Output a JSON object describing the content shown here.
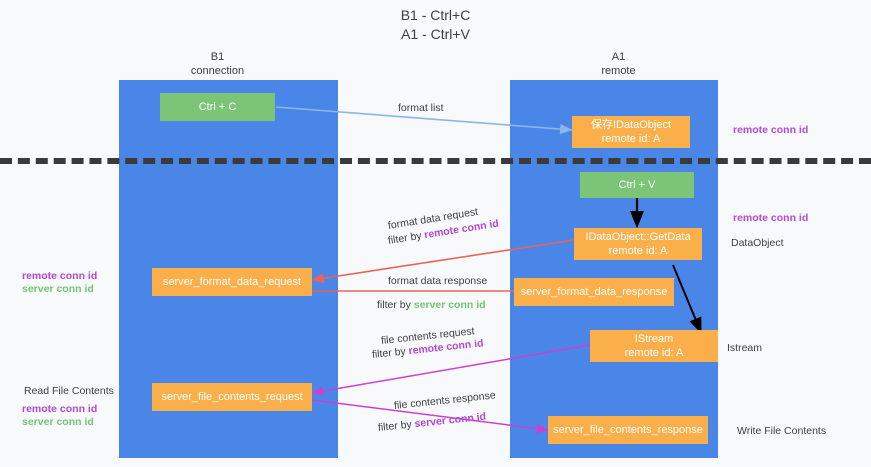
{
  "title": "B1 - Ctrl+C\nA1 - Ctrl+V",
  "columns": [
    {
      "name": "b1",
      "header": "B1\nconnection"
    },
    {
      "name": "a1",
      "header": "A1\nremote"
    }
  ],
  "nodes": {
    "ctrl_c": "Ctrl + C",
    "save_idataobject": "保存IDataObject\nremote id: A",
    "ctrl_v": "Ctrl + V",
    "getdata": "IDataObject::GetData\nremote id: A",
    "server_format_data_request": "server_format_data_request",
    "server_format_data_response": "server_format_data_response",
    "istream": "IStream\nremote id: A",
    "server_file_contents_request": "server_file_contents_request",
    "server_file_contents_response": "server_file_contents_response"
  },
  "edge_labels": {
    "format_list": "format list",
    "format_data_request": "format data request",
    "format_data_request_filter_prefix": "filter by ",
    "format_data_request_filter_key": "remote conn id",
    "format_data_response": "format data response",
    "format_data_response_filter_prefix": "filter by ",
    "format_data_response_filter_key": "server conn id",
    "file_contents_request": "file contents request",
    "file_contents_request_filter_prefix": "filter by ",
    "file_contents_request_filter_key": "remote conn id",
    "file_contents_response": "file contents response",
    "file_contents_response_filter_prefix": "filter by ",
    "file_contents_response_filter_key": "server conn id"
  },
  "side_labels": {
    "left_mid_remote": "remote conn id",
    "left_mid_server": "server conn id",
    "left_low_read": "Read File Contents",
    "left_low_remote": "remote conn id",
    "left_low_server": "server conn id",
    "right_top_remote": "remote conn id",
    "right_mid_remote": "remote conn id",
    "right_dataobject": "DataObject",
    "right_istream": "Istream",
    "right_write": "Write File Contents"
  },
  "colors": {
    "column_blue": "#4a86e8",
    "node_green": "#7cc576",
    "node_orange": "#fbaf4b",
    "remote_conn_id": "#b14ad1",
    "server_conn_id": "#74c476",
    "arrow_light_blue": "#8ab6e8",
    "arrow_red": "#e8645a",
    "arrow_magenta": "#cc3fd0",
    "arrow_black": "#000000",
    "divider": "#3a3a3a",
    "background": "#f8f9fa"
  }
}
